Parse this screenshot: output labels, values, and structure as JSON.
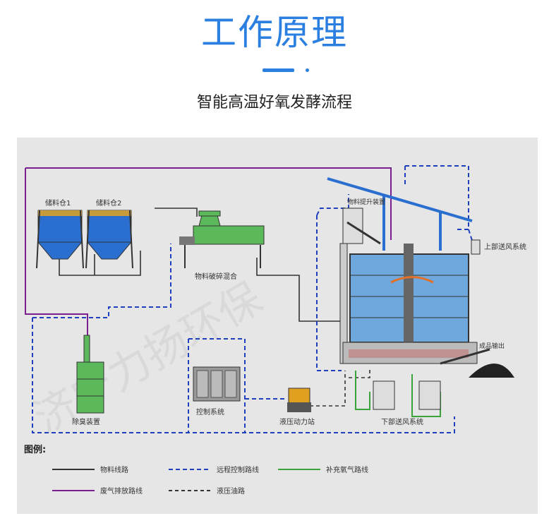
{
  "header": {
    "title": "工作原理",
    "subtitle": "智能高温好氧发酵流程"
  },
  "diagram": {
    "storage_bin_1": "储料仓1",
    "storage_bin_2": "储料仓2",
    "crusher_mixer": "物料破碎混合",
    "lift_device": "物料提升装置",
    "upper_air_system": "上部送风系统",
    "deodorizer": "除臭装置",
    "control_system": "控制系统",
    "hydraulic_station": "液压动力站",
    "lower_air_system": "下部送风系统",
    "finished_output": "成品输出"
  },
  "legend": {
    "title": "图例:",
    "items": [
      {
        "label": "物料线路",
        "color": "#333333",
        "style": "solid"
      },
      {
        "label": "远程控制路线",
        "color": "#1f3fbf",
        "style": "dashed"
      },
      {
        "label": "补充氧气路线",
        "color": "#3aa43a",
        "style": "solid"
      },
      {
        "label": "废气排放路线",
        "color": "#7a1f8f",
        "style": "solid"
      },
      {
        "label": "液压油路",
        "color": "#333333",
        "style": "dashed"
      }
    ]
  },
  "watermark": "济宁力扬环保"
}
